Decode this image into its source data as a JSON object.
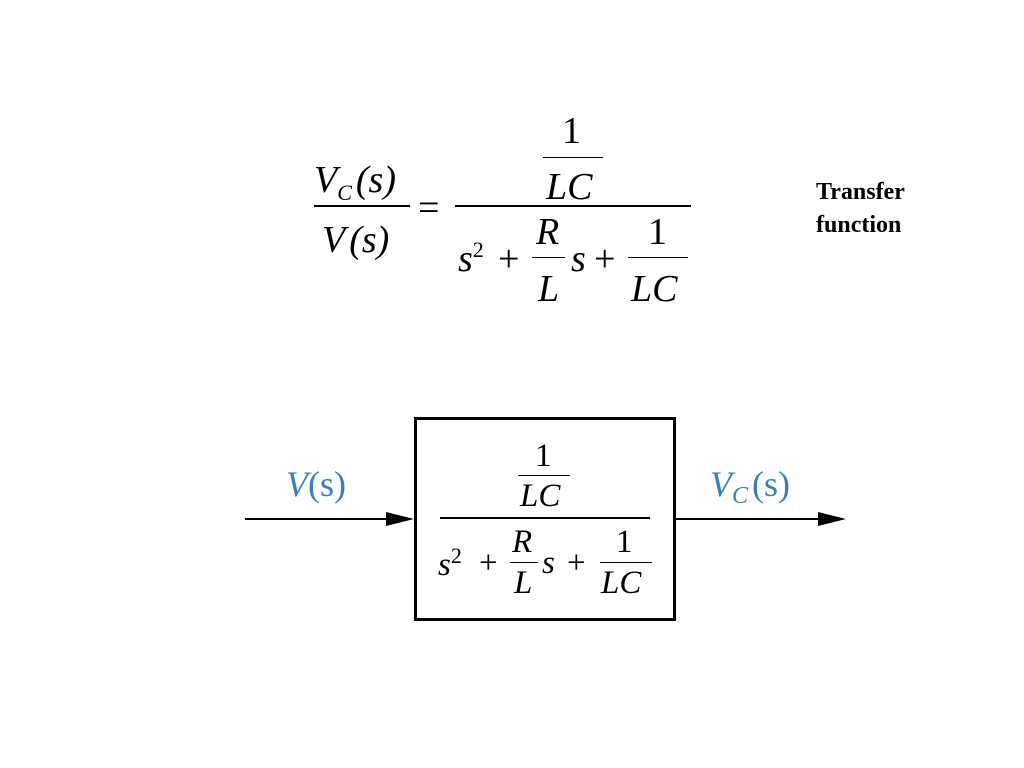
{
  "equation": {
    "lhs_num_var": "V",
    "lhs_num_sub": "C",
    "lhs_num_arg": "(s)",
    "lhs_den_var": "V",
    "lhs_den_arg": "(s)",
    "equals": "=",
    "rhs_num_top": "1",
    "rhs_num_bot": "LC",
    "rhs_den_s": "s",
    "rhs_den_pow": "2",
    "rhs_den_plus1": "+",
    "rhs_den_R": "R",
    "rhs_den_L": "L",
    "rhs_den_s2": "s",
    "rhs_den_plus2": "+",
    "rhs_den_one": "1",
    "rhs_den_LC": "LC"
  },
  "caption": {
    "line1": "Transfer",
    "line2": "function"
  },
  "block_diagram": {
    "input_label_var": "V",
    "input_label_arg": "(s)",
    "output_label_var": "V",
    "output_label_sub": "C",
    "output_label_arg": "(s)",
    "label_color": "#3a7fb5",
    "block": {
      "num_top": "1",
      "num_bot": "LC",
      "den_s": "s",
      "den_pow": "2",
      "den_plus1": "+",
      "den_R": "R",
      "den_L": "L",
      "den_s2": "s",
      "den_plus2": "+",
      "den_one": "1",
      "den_LC": "LC"
    }
  }
}
